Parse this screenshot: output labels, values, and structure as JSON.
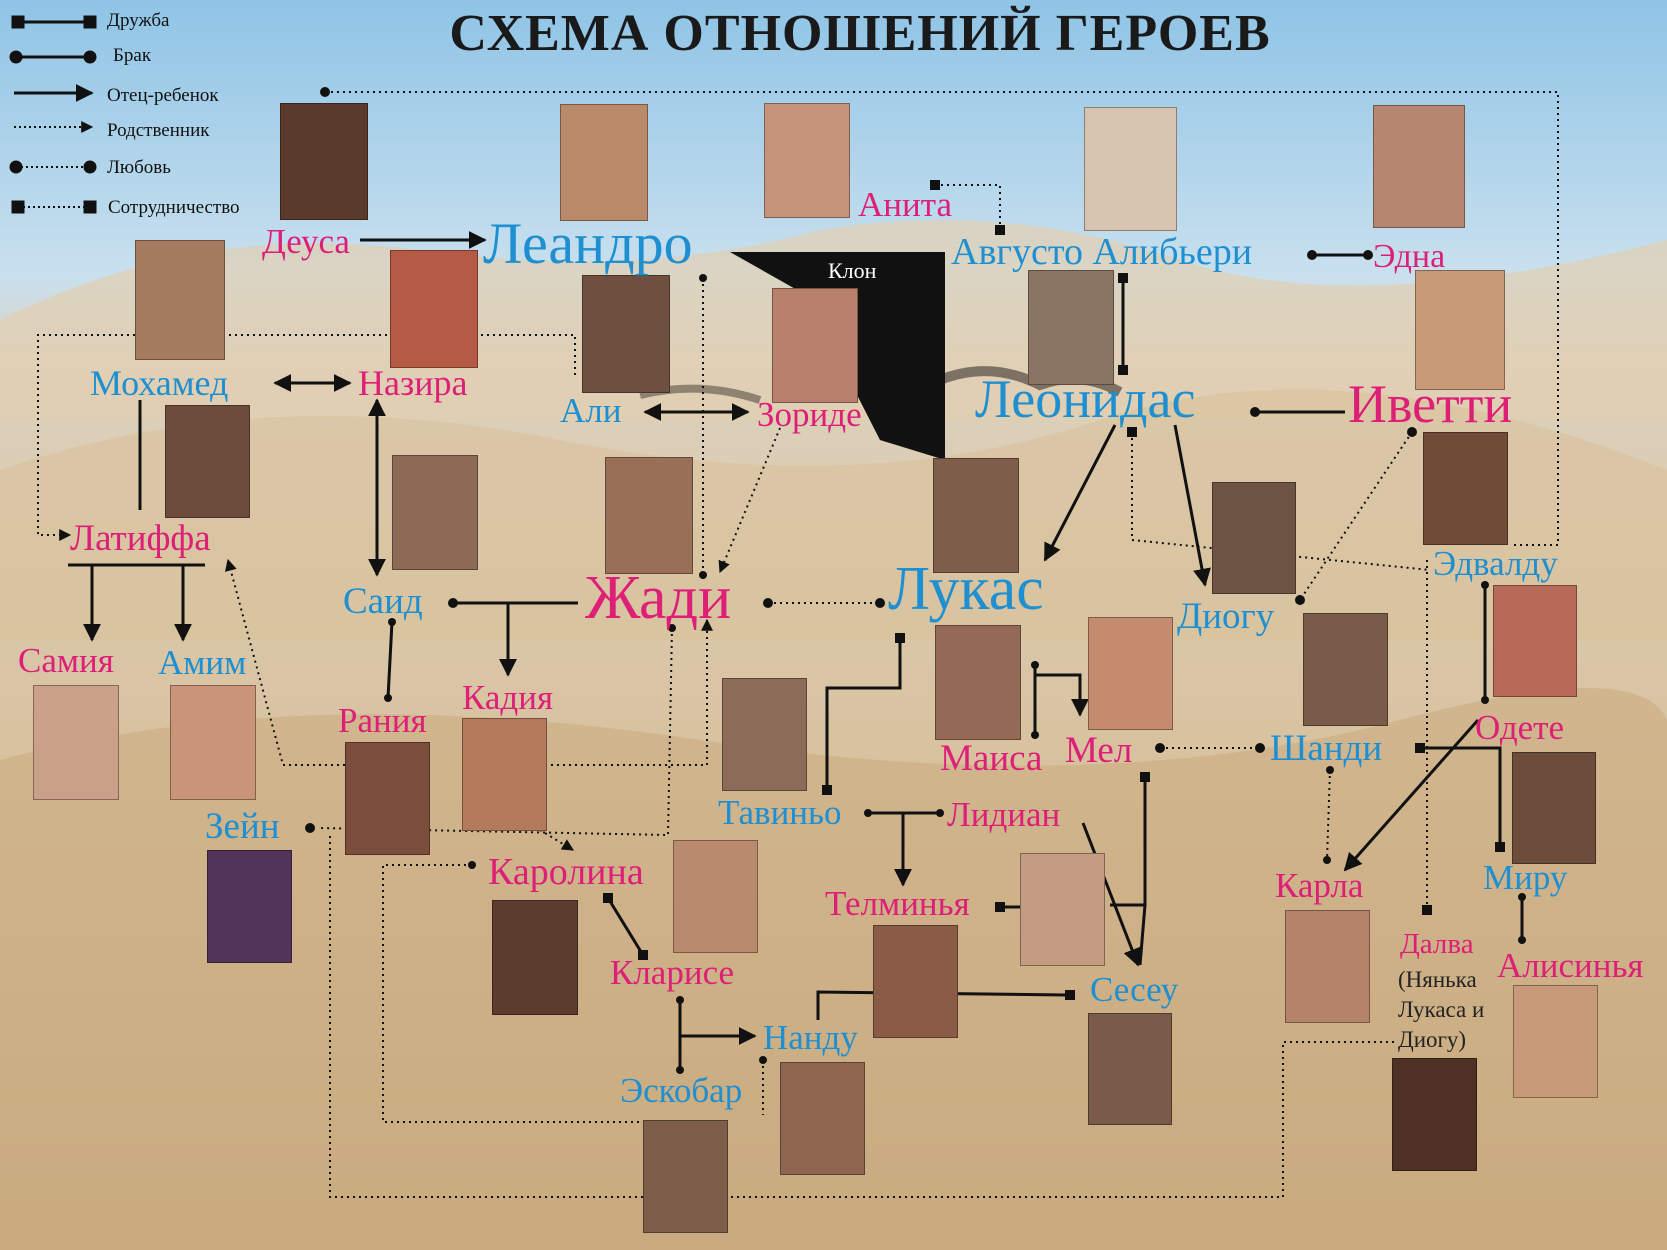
{
  "title": "СХЕМА ОТНОШЕНИЙ ГЕРОЕВ",
  "legend": [
    {
      "label": "Дружба",
      "icon": "square-square-line-icon"
    },
    {
      "label": "Брак",
      "icon": "dot-dot-line-icon"
    },
    {
      "label": "Отец-ребенок",
      "icon": "arrow-line-icon"
    },
    {
      "label": "Родственник",
      "icon": "dotted-arrow-icon"
    },
    {
      "label": "Любовь",
      "icon": "dotted-dot-line-icon"
    },
    {
      "label": "Сотрудничество",
      "icon": "dotted-square-line-icon"
    }
  ],
  "clone_label": "Клон",
  "names": {
    "deusa": "Деуса",
    "leandro": "Леандро",
    "anita": "Анита",
    "augusto": "Августо Алибьери",
    "edna": "Эдна",
    "mokhamed": "Мохамед",
    "nazira": "Назира",
    "ali": "Али",
    "zoride": "Зориде",
    "leonidas": "Леонидас",
    "ivetti": "Иветти",
    "latiffa": "Латиффа",
    "said": "Саид",
    "zhadi": "Жади",
    "lukas": "Лукас",
    "diogu": "Диогу",
    "edvaldu": "Эдвалду",
    "samiya": "Самия",
    "amim": "Амим",
    "raniya": "Рания",
    "kadiya": "Кадия",
    "zeyn": "Зейн",
    "maisa": "Маиса",
    "mel": "Мел",
    "shandi": "Шанди",
    "odete": "Одете",
    "tavinyo": "Тавиньо",
    "lidian": "Лидиан",
    "karolina": "Каролина",
    "telminya": "Телминья",
    "karla": "Карла",
    "miru": "Миру",
    "klarise": "Кларисе",
    "sesey": "Сесеу",
    "dalva": "Далва",
    "alisinya": "Алисинья",
    "nandu": "Нанду",
    "eskobar": "Эскобар"
  },
  "dalva_note": [
    "(Нянька",
    "Лукаса и",
    "Диогу)"
  ],
  "colors": {
    "male": "#1e8fd0",
    "female": "#dd1f78",
    "line": "#111111",
    "sky": "#a9cde6",
    "sand": "#d8c3a0"
  }
}
